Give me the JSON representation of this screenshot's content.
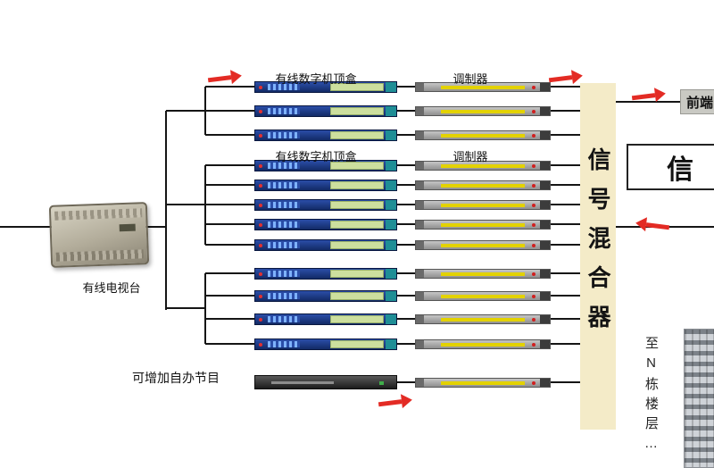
{
  "labels": {
    "station": "有线电视台",
    "set_top_box": "有线数字机顶盒",
    "modulator": "调制器",
    "mixer": "信号混合器",
    "frontend": "前端",
    "right_box_partial": "信",
    "self_program": "可增加自办节目",
    "to_floors": "至N栋楼层…"
  },
  "structure": {
    "groups": [
      {
        "set_top_boxes": 3,
        "modulators": 3
      },
      {
        "set_top_boxes": 5,
        "modulators": 5
      },
      {
        "set_top_boxes": 4,
        "modulators": 4
      }
    ],
    "self_program_row": {
      "modulators": 1
    },
    "flow_arrows": 5
  },
  "colors": {
    "arrow_red": "#e32b24",
    "wire_black": "#151515",
    "mixer_bg": "#f4ebc8",
    "stb_body": "#1d3a86",
    "stb_panel": "#ccdf9e",
    "modulator_stripe": "#e3d200"
  }
}
